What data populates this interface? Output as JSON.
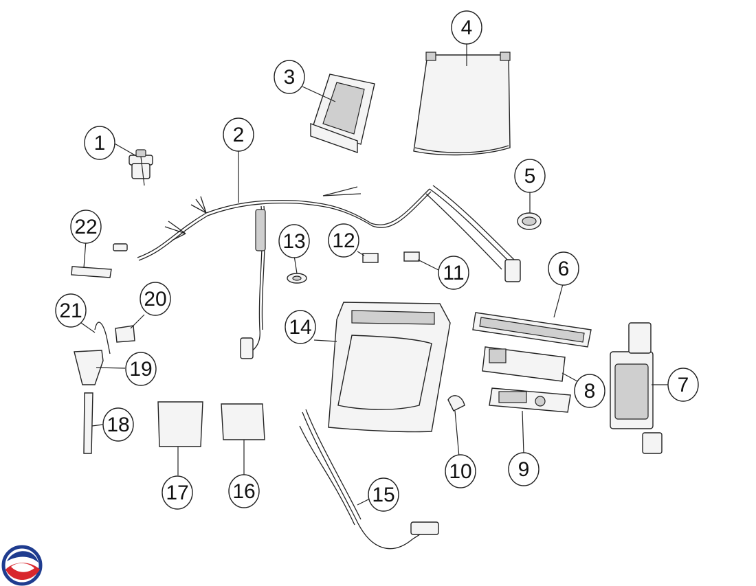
{
  "diagram": {
    "callouts": [
      {
        "label": "1"
      },
      {
        "label": "2"
      },
      {
        "label": "3"
      },
      {
        "label": "4"
      },
      {
        "label": "5"
      },
      {
        "label": "6"
      },
      {
        "label": "7"
      },
      {
        "label": "8"
      },
      {
        "label": "9"
      },
      {
        "label": "10"
      },
      {
        "label": "11"
      },
      {
        "label": "12"
      },
      {
        "label": "13"
      },
      {
        "label": "14"
      },
      {
        "label": "15"
      },
      {
        "label": "16"
      },
      {
        "label": "17"
      },
      {
        "label": "18"
      },
      {
        "label": "19"
      },
      {
        "label": "20"
      },
      {
        "label": "21"
      },
      {
        "label": "22"
      }
    ]
  },
  "colors": {
    "logo_blue": "#1f3c8f",
    "logo_red": "#d8262d",
    "line": "#222222"
  },
  "icons": {
    "logo": "brand-logo-icon"
  }
}
